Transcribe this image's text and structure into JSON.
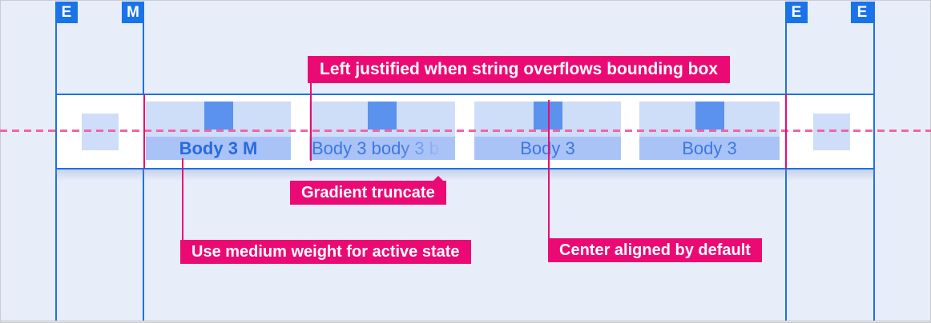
{
  "markers": [
    {
      "letter": "E"
    },
    {
      "letter": "M"
    },
    {
      "letter": "E"
    },
    {
      "letter": "E"
    }
  ],
  "tabbar": {
    "tabs": [
      {
        "label": "Body 3 M",
        "state": "active"
      },
      {
        "label": "Body 3 body 3 b",
        "state": "truncated"
      },
      {
        "label": "Body 3",
        "state": "default"
      },
      {
        "label": "Body 3",
        "state": "default"
      }
    ]
  },
  "annotations": {
    "left_justified": "Left justified when string overflows bounding box",
    "gradient_truncate": "Gradient truncate",
    "medium_weight": "Use medium weight for active state",
    "center_aligned": "Center aligned by default"
  },
  "colors": {
    "background": "#E8EDFA",
    "guide_blue": "#1A73E8",
    "annotation_magenta": "#EB0A74",
    "dashed_pink": "#F064A6",
    "tab_block": "#CEDDF8",
    "tab_label_bg": "#A9C3F7",
    "indicator_blue": "#5B92EE",
    "active_text": "#2A6ADF",
    "inactive_text": "#3D77E3"
  }
}
